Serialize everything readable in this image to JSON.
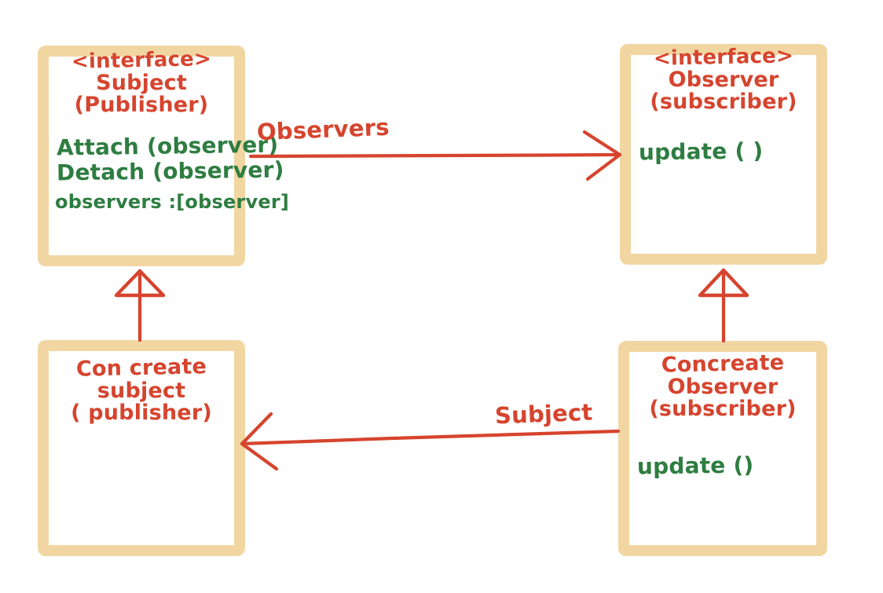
{
  "diagram": {
    "title": "Observer design pattern UML sketch",
    "style": "hand-drawn whiteboard sketch",
    "colors": {
      "box_border": "#F2D6A2",
      "class_name_text": "#D6442E",
      "member_text": "#2E7D41",
      "connector": "#D6442E",
      "background": "#ffffff"
    }
  },
  "boxes": {
    "subject_interface": {
      "stereotype": "<interface>",
      "name": "Subject",
      "alias": "(Publisher)",
      "methods": [
        "Attach (observer)",
        "Detach (observer)"
      ],
      "attributes": [
        "observers :[observer]"
      ]
    },
    "observer_interface": {
      "stereotype": "<interface>",
      "name": "Observer",
      "alias": "(subscriber)",
      "methods": [
        "update ( )"
      ],
      "attributes": []
    },
    "concrete_subject": {
      "stereotype": "",
      "name_line1": "Con create",
      "name_line2": "subject",
      "alias": "( publisher)",
      "methods": [],
      "attributes": []
    },
    "concrete_observer": {
      "stereotype": "",
      "name_line1": "Concreate",
      "name_line2": "Observer",
      "alias": "(subscriber)",
      "methods": [
        "update ()"
      ],
      "attributes": []
    }
  },
  "connectors": {
    "observers_association": {
      "label": "Observers",
      "from": "subject_interface",
      "to": "observer_interface",
      "arrow": "open-arrow-right"
    },
    "subject_association": {
      "label": "Subject",
      "from": "concrete_observer",
      "to": "concrete_subject",
      "arrow": "open-arrow-left"
    },
    "subject_generalization": {
      "label": "",
      "from": "concrete_subject",
      "to": "subject_interface",
      "arrow": "hollow-triangle-up"
    },
    "observer_generalization": {
      "label": "",
      "from": "concrete_observer",
      "to": "observer_interface",
      "arrow": "hollow-triangle-up"
    }
  }
}
